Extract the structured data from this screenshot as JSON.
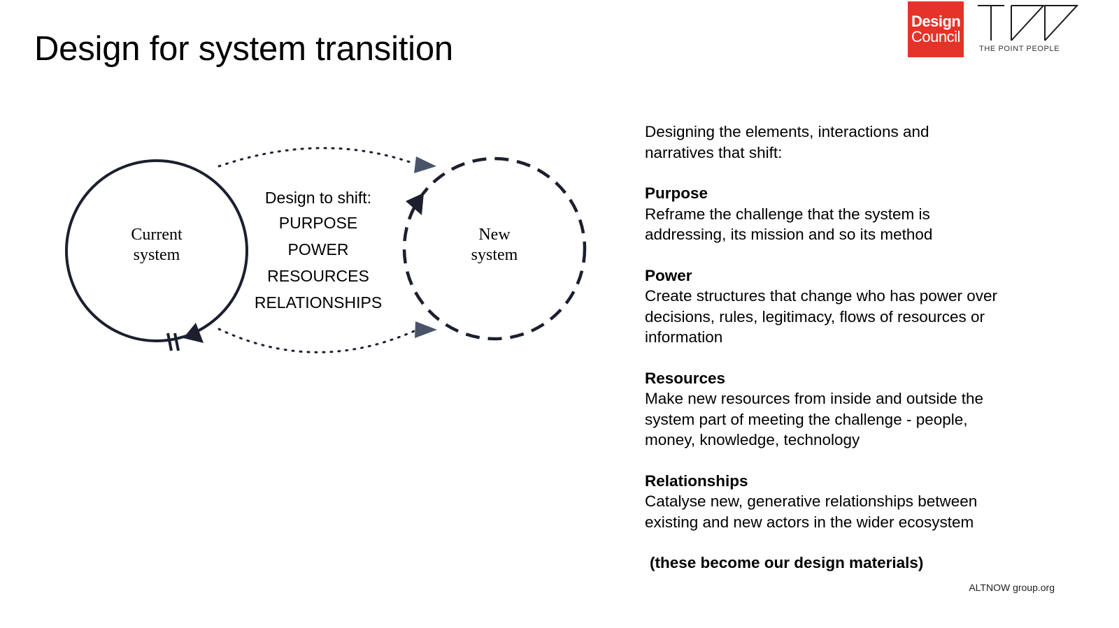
{
  "title": "Design for system transition",
  "logos": {
    "design_council_line1": "Design",
    "design_council_line2": "Council",
    "point_people_tagline": "THE POINT PEOPLE"
  },
  "diagram": {
    "current_system": {
      "line1": "Current",
      "line2": "system"
    },
    "new_system": {
      "line1": "New",
      "line2": "system"
    },
    "shift_heading": "Design to shift:",
    "shift_items": [
      "PURPOSE",
      "POWER",
      "RESOURCES",
      "RELATIONSHIPS"
    ]
  },
  "right_panel": {
    "intro_line1": "Designing the elements, interactions and",
    "intro_line2": "narratives that shift:",
    "sections": [
      {
        "title": "Purpose",
        "lines": [
          "Reframe the challenge that the system is",
          "addressing, its mission and so its method"
        ]
      },
      {
        "title": "Power",
        "lines": [
          "Create structures that change who has power over",
          "decisions, rules, legitimacy, flows of resources or",
          "information"
        ]
      },
      {
        "title": "Resources",
        "lines": [
          "Make new resources from inside and outside the",
          "system part of meeting the challenge - people,",
          "money, knowledge, technology"
        ]
      },
      {
        "title": "Relationships",
        "lines": [
          "Catalyse new, generative relationships between",
          "existing and new actors in the wider ecosystem"
        ]
      }
    ],
    "note": "(these become our design materials)"
  },
  "footer": "ALTNOW group.org",
  "colors": {
    "brand_red": "#e63329",
    "circle_stroke": "#1b1f2e",
    "arrow_fill": "#4a5468"
  }
}
